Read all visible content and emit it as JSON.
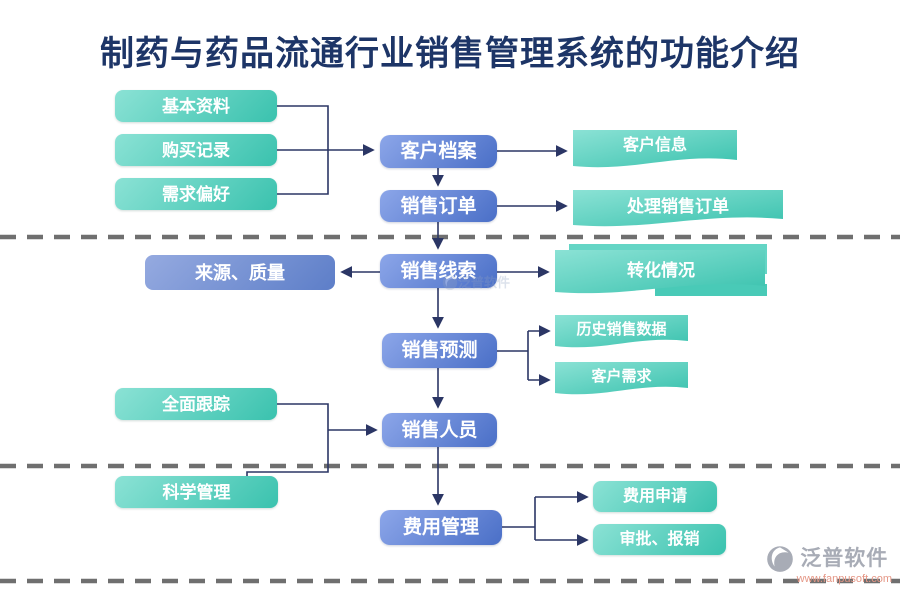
{
  "title": "制药与药品流通行业销售管理系统的功能介绍",
  "colors": {
    "title_color": "#1d3567",
    "arrow_color": "#2b3665",
    "dash_color": "#6f6f6f",
    "teal_start": "#8be2d5",
    "teal_end": "#3ac2ae",
    "blue_start": "#8ca6e9",
    "blue_end": "#4a6fc7",
    "lightblue_start": "#95aae0",
    "lightblue_end": "#5d7ec8",
    "logo_gray": "#a8acb6",
    "logo_url_color": "#e59786"
  },
  "nodes": {
    "left": [
      {
        "label": "基本资料"
      },
      {
        "label": "购买记录"
      },
      {
        "label": "需求偏好"
      },
      {
        "label": "来源、质量"
      },
      {
        "label": "全面跟踪"
      },
      {
        "label": "科学管理"
      }
    ],
    "middle": [
      {
        "label": "客户档案"
      },
      {
        "label": "销售订单"
      },
      {
        "label": "销售线索"
      },
      {
        "label": "销售预测"
      },
      {
        "label": "销售人员"
      },
      {
        "label": "费用管理"
      }
    ],
    "right": [
      {
        "label": "客户信息"
      },
      {
        "label": "处理销售订单"
      },
      {
        "label": "转化情况"
      },
      {
        "label": "历史销售数据"
      },
      {
        "label": "客户需求"
      },
      {
        "label": "费用申请"
      },
      {
        "label": "审批、报销"
      }
    ]
  },
  "footer_logo": {
    "brand": "泛普软件",
    "website": "www.fanpusoft.com"
  },
  "watermark": {
    "text": "泛普软件"
  }
}
